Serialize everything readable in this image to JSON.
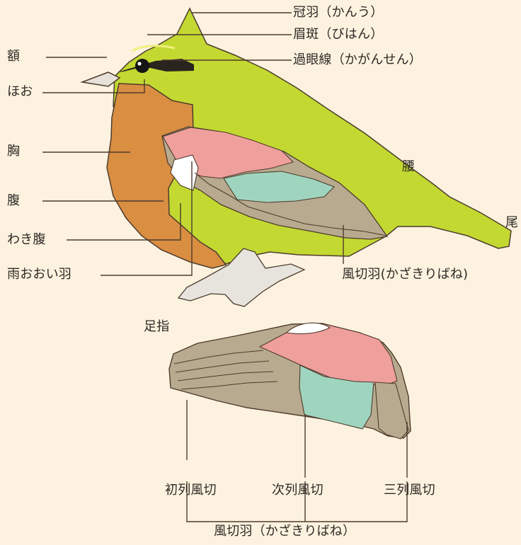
{
  "labels": {
    "crest": "冠羽（かんう）",
    "eyebrow": "眉斑（びはん）",
    "eye_line": "過眼線（かがんせん）",
    "forehead": "額",
    "cheek": "ほお",
    "breast": "胸",
    "belly": "腹",
    "flank": "わき腹",
    "coverts": "雨おおい羽",
    "toes": "足指",
    "rump": "腰",
    "tail": "尾",
    "flight_feathers_body": "風切羽(かざきりばね)",
    "primaries": "初列風切",
    "secondaries": "次列風切",
    "tertials": "三列風切",
    "flight_feathers_wing": "風切羽（かざきりばね）"
  },
  "colors": {
    "background": "#fcf2df",
    "green": "#c3d931",
    "orange": "#d98e42",
    "pink": "#ef9f9c",
    "teal": "#9fd5bf",
    "gray_brown": "#b8aa8e",
    "outline": "#4e3b2d"
  }
}
